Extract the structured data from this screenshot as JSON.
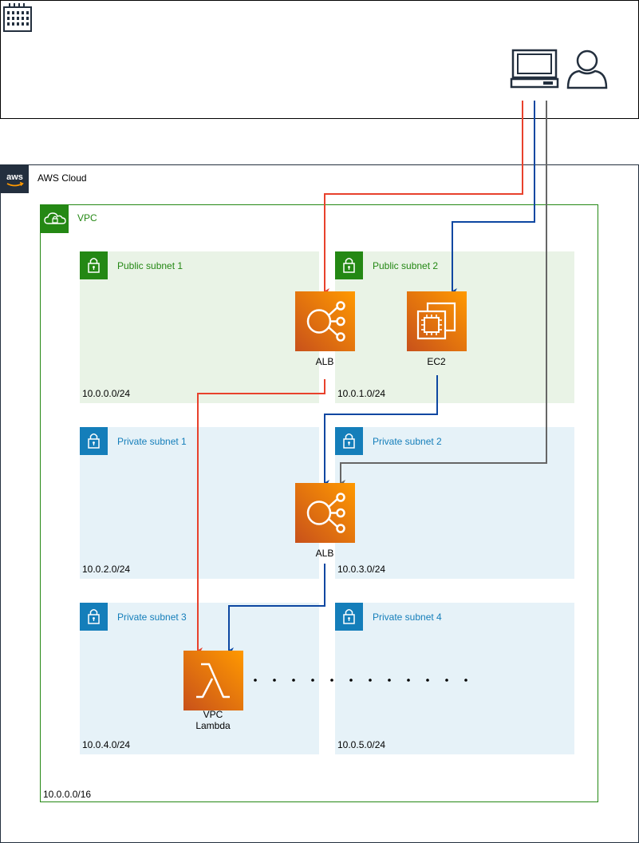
{
  "corporate": {
    "icon": "building-icon"
  },
  "client": {
    "computer_icon": "computer-icon",
    "user_icon": "user-icon"
  },
  "cloud": {
    "label": "AWS Cloud",
    "icon": "aws-logo-icon"
  },
  "vpc": {
    "label": "VPC",
    "cidr": "10.0.0.0/16",
    "icon": "vpc-cloud-lock-icon"
  },
  "subnets": [
    {
      "label": "Public subnet 1",
      "cidr": "10.0.0.0/24",
      "kind": "public"
    },
    {
      "label": "Public subnet 2",
      "cidr": "10.0.1.0/24",
      "kind": "public"
    },
    {
      "label": "Private subnet 1",
      "cidr": "10.0.2.0/24",
      "kind": "private"
    },
    {
      "label": "Private subnet 2",
      "cidr": "10.0.3.0/24",
      "kind": "private"
    },
    {
      "label": "Private subnet 3",
      "cidr": "10.0.4.0/24",
      "kind": "private"
    },
    {
      "label": "Private subnet 4",
      "cidr": "10.0.5.0/24",
      "kind": "private"
    }
  ],
  "services": {
    "public_alb": {
      "label": "ALB",
      "icon": "load-balancer-icon"
    },
    "ec2": {
      "label": "EC2",
      "icon": "ec2-chip-icon"
    },
    "internal_alb": {
      "label": "ALB",
      "icon": "load-balancer-icon"
    },
    "lambda": {
      "label": "VPC\nLambda",
      "icon": "lambda-icon"
    }
  },
  "colors": {
    "public_subnet_fill": "#e9f3e6",
    "private_subnet_fill": "#e6f2f8",
    "public_accent": "#248814",
    "private_accent": "#147eba",
    "path_red": "#e8412c",
    "path_blue": "#0d47a1",
    "path_gray": "#666666",
    "service_gradient_start": "#c8511b",
    "service_gradient_end": "#ff9900"
  }
}
